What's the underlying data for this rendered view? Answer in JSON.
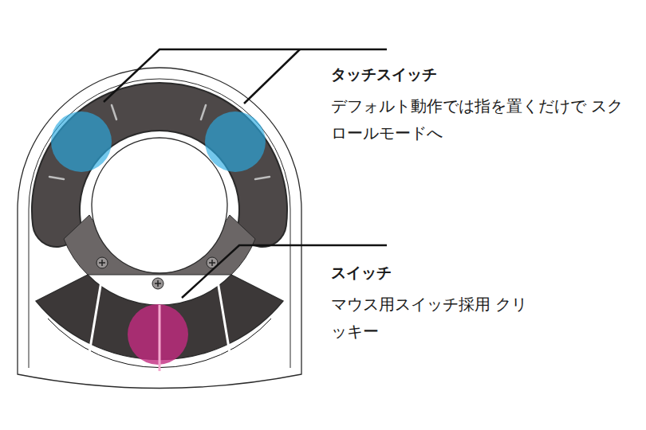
{
  "diagram": {
    "labels": [
      "タッチスイッチ",
      "デフォルト動作では指を置くだけで スクロールモードへ",
      "スイッチ",
      "マウス用スイッチ採用 クリッキー"
    ]
  }
}
